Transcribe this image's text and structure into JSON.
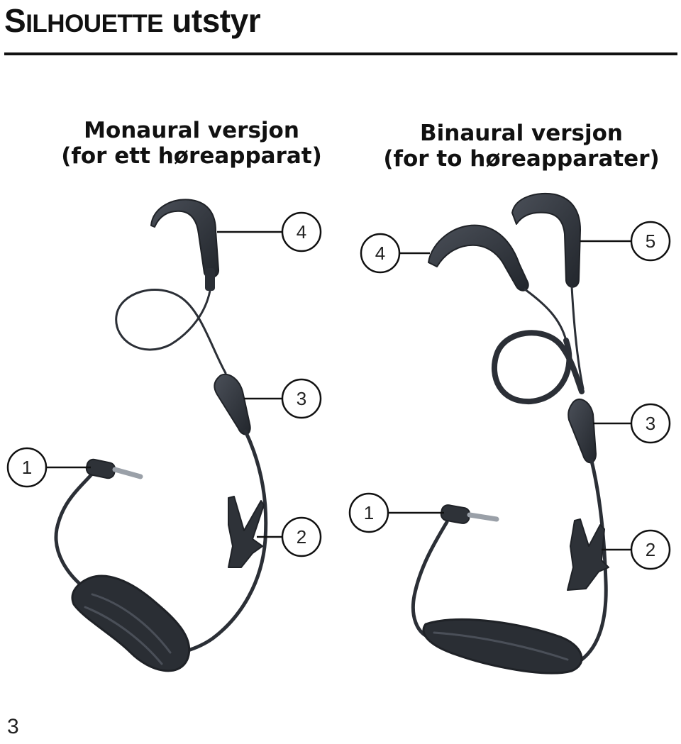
{
  "header": {
    "title_first": "S",
    "title_smallcaps": "ILHOUETTE",
    "title_rest": "utstyr"
  },
  "left_panel": {
    "caption_line1": "Monaural versjon",
    "caption_line2": "(for ett høreapparat)",
    "callouts": [
      "4",
      "3",
      "1",
      "2"
    ]
  },
  "right_panel": {
    "caption_line1": "Binaural versjon",
    "caption_line2": "(for to høreapparater)",
    "callouts": [
      "4",
      "5",
      "3",
      "1",
      "2"
    ]
  },
  "footer": {
    "page_number": "3"
  },
  "colors": {
    "text": "#111111",
    "cable": "#2b2f36",
    "rule": "#111111"
  }
}
